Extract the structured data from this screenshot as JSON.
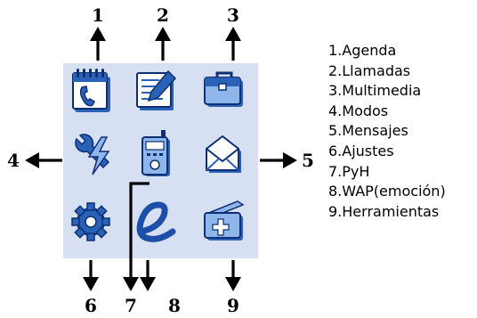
{
  "diagram": {
    "callout_numbers": [
      "1",
      "2",
      "3",
      "4",
      "5",
      "6",
      "7",
      "8",
      "9"
    ],
    "legend": [
      "1.Agenda",
      "2.Llamadas",
      "3.Multimedia",
      "4.Modos",
      "5.Mensajes",
      "6.Ajustes",
      "7.PyH",
      "8.WAP(emoción)",
      "9.Herramientas"
    ],
    "icons": [
      {
        "name": "agenda-icon"
      },
      {
        "name": "notepad-pen-icon"
      },
      {
        "name": "briefcase-icon"
      },
      {
        "name": "wrench-lightning-icon"
      },
      {
        "name": "radio-device-icon"
      },
      {
        "name": "envelope-icon"
      },
      {
        "name": "gear-icon"
      },
      {
        "name": "script-e-icon"
      },
      {
        "name": "medical-kit-icon"
      }
    ],
    "colors": {
      "panel": "#d6e0f2",
      "icon_primary": "#2a62b8",
      "icon_light": "#8fb6ea",
      "icon_dark": "#0e2f73",
      "arrow": "#000000"
    }
  }
}
